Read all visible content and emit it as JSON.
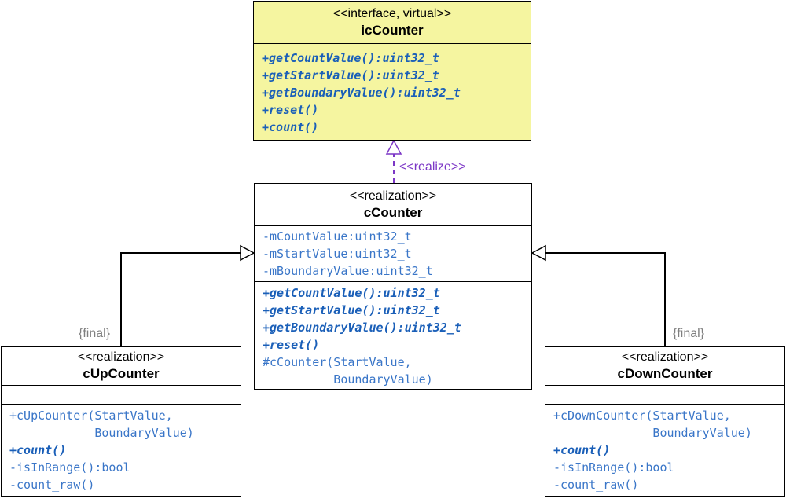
{
  "icCounter": {
    "stereotype": "<<interface, virtual>>",
    "name": "icCounter",
    "operations": [
      "+getCountValue():uint32_t",
      "+getStartValue():uint32_t",
      "+getBoundaryValue():uint32_t",
      "+reset()",
      "+count()"
    ]
  },
  "realize_label": "<<realize>>",
  "cCounter": {
    "stereotype": "<<realization>>",
    "name": "cCounter",
    "attributes": [
      "-mCountValue:uint32_t",
      "-mStartValue:uint32_t",
      "-mBoundaryValue:uint32_t"
    ],
    "operations": [
      "+getCountValue():uint32_t",
      "+getStartValue():uint32_t",
      "+getBoundaryValue():uint32_t",
      "+reset()"
    ],
    "ctor_line1": "#cCounter(StartValue,",
    "ctor_line2": "          BoundaryValue)"
  },
  "cUpCounter": {
    "tag": "{final}",
    "stereotype": "<<realization>>",
    "name": "cUpCounter",
    "ctor_line1": "+cUpCounter(StartValue,",
    "ctor_line2": "            BoundaryValue)",
    "override": "+count()",
    "ops": [
      "-isInRange():bool",
      "-count_raw()"
    ]
  },
  "cDownCounter": {
    "tag": "{final}",
    "stereotype": "<<realization>>",
    "name": "cDownCounter",
    "ctor_line1": "+cDownCounter(StartValue,",
    "ctor_line2": "              BoundaryValue)",
    "override": "+count()",
    "ops": [
      "-isInRange():bool",
      "-count_raw()"
    ]
  },
  "colors": {
    "interface_fill": "#f5f5a0",
    "realize_line": "#7c37c6",
    "member_text": "#3a76c8",
    "tag_text": "#7f7f7f"
  }
}
